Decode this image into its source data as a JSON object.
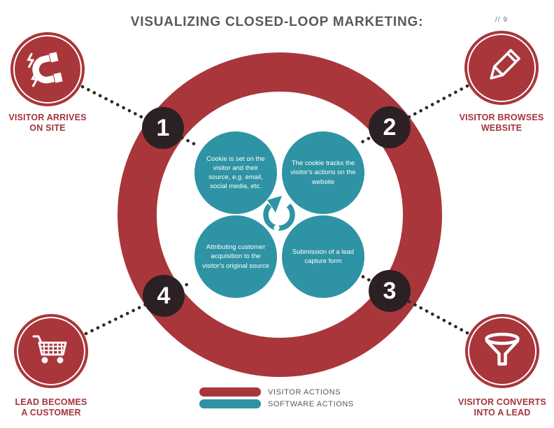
{
  "page": {
    "title": "VISUALIZING CLOSED-LOOP MARKETING:",
    "page_marker": "// 9"
  },
  "colors": {
    "ring_red": "#A9363B",
    "software_teal": "#2E93A4",
    "number_circle_dark": "#2B2124",
    "title_gray": "#58595B",
    "label_red": "#A4343B",
    "dot_gray": "#2D2A26"
  },
  "corners": [
    {
      "id": "visitor-arrives",
      "icon": "magnet-icon",
      "label": "VISITOR ARRIVES\nON SITE"
    },
    {
      "id": "visitor-browses",
      "icon": "pencil-icon",
      "label": "VISITOR BROWSES\nWEBSITE"
    },
    {
      "id": "lead-becomes-customer",
      "icon": "cart-icon",
      "label": "LEAD BECOMES\nA CUSTOMER"
    },
    {
      "id": "visitor-converts",
      "icon": "funnel-icon",
      "label": "VISITOR CONVERTS\nINTO A LEAD"
    }
  ],
  "steps": [
    {
      "number": "1",
      "text": "Cookie is set on the visitor and their source, e.g. email, social media, etc."
    },
    {
      "number": "2",
      "text": "The cookie tracks the visitor's actions on the website"
    },
    {
      "number": "3",
      "text": "Submission of a lead capture form"
    },
    {
      "number": "4",
      "text": "Attributing customer acquisition to the visitor's original source"
    }
  ],
  "center": {
    "icon": "loop-arrow-icon"
  },
  "legend": [
    {
      "label": "VISITOR ACTIONS",
      "color": "#A9363B"
    },
    {
      "label": "SOFTWARE ACTIONS",
      "color": "#2E93A4"
    }
  ]
}
